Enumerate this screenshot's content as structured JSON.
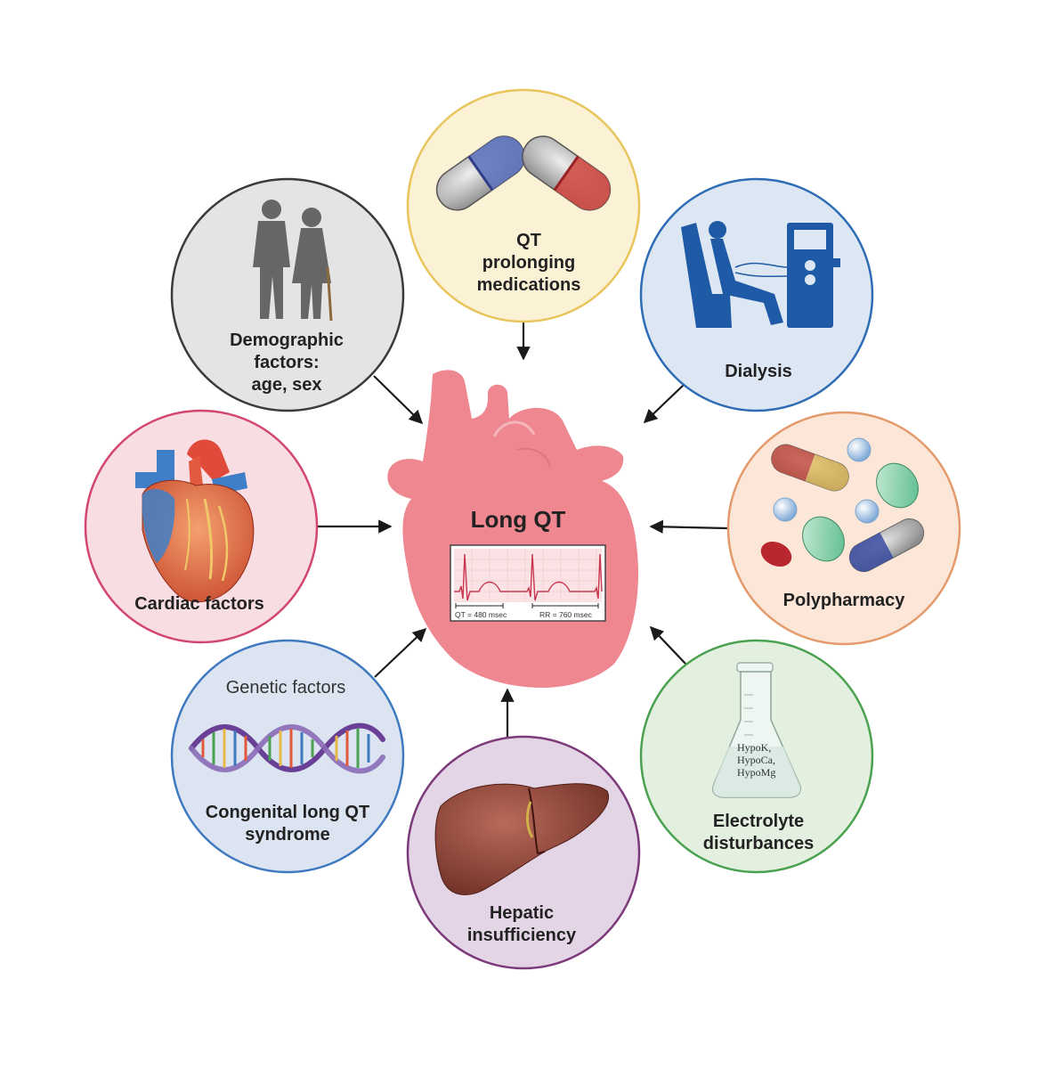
{
  "center": {
    "title": "Long QT",
    "ecg": {
      "qt_label": "QT = 480 msec",
      "rr_label": "RR = 760 msec"
    }
  },
  "factors": {
    "medications": {
      "lines": [
        "QT",
        "prolonging",
        "medications"
      ],
      "color": "#e8c55a",
      "fill": "#fbf2d6"
    },
    "dialysis": {
      "lines": [
        "Dialysis"
      ],
      "color": "#2e6db5",
      "fill": "#dde7f4"
    },
    "polypharmacy": {
      "lines": [
        "Polypharmacy"
      ],
      "color": "#e49a6a",
      "fill": "#fbe6d8"
    },
    "electrolyte": {
      "lines": [
        "Electrolyte",
        "disturbances"
      ],
      "flask_lines": [
        "HypoK,",
        "HypoCa,",
        "HypoMg"
      ],
      "color": "#4aa14f",
      "fill": "#e3f0e0"
    },
    "hepatic": {
      "lines": [
        "Hepatic",
        "insufficiency"
      ],
      "color": "#7c3a7a",
      "fill": "#e4d5e6"
    },
    "congenital": {
      "header": "Genetic factors",
      "lines": [
        "Congenital long QT",
        "syndrome"
      ],
      "color": "#3f79c0",
      "fill": "#dce4f1"
    },
    "cardiac": {
      "lines": [
        "Cardiac factors"
      ],
      "color": "#d2466f",
      "fill": "#f8dde3"
    },
    "demographic": {
      "lines": [
        "Demographic",
        "factors:",
        "age, sex"
      ],
      "color": "#3a3a3a",
      "fill": "#e4e4e4"
    }
  },
  "colors": {
    "heart": "#ee8790",
    "arrow": "#1a1a1a"
  }
}
